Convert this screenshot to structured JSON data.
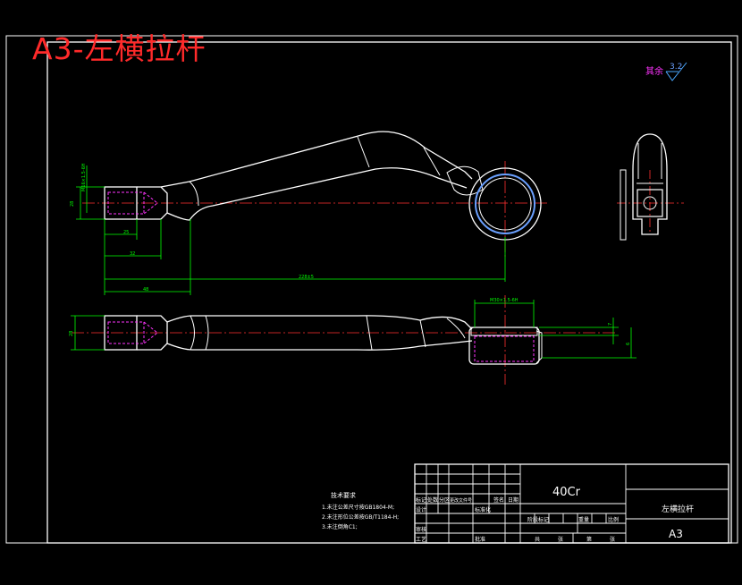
{
  "sheet_title": "A3-左横拉杆",
  "surface_finish": {
    "label": "其余",
    "value": "3.2"
  },
  "colors": {
    "background": "#000000",
    "outline": "#ffffff",
    "center_line": "#ff3030",
    "dimension": "#00ff00",
    "thread": "#ff33ff",
    "title_text": "#ff2a2a",
    "note_text": "#ffffff"
  },
  "dimensions": {
    "front": {
      "thread": "M16×1.5-6H",
      "dia": "28",
      "d25": "25",
      "d32": "32",
      "d48": "48",
      "length": "228±5"
    },
    "bottom": {
      "dia": "28",
      "thread": "M30×1.5-6H",
      "d7": "7",
      "d6": "6"
    }
  },
  "notes": {
    "title": "技术要求",
    "items": [
      "1.未注公差尺寸按GB1804-M;",
      "2.未注形位公差按GB/T1184-H;",
      "3.未注倒角C1;"
    ]
  },
  "title_block": {
    "material": "40Cr",
    "part_name": "左横拉杆",
    "sheet_size": "A3",
    "row_mark": [
      "标记",
      "处数",
      "分区",
      "更改文件号",
      "签名",
      "日期"
    ],
    "row_design": [
      "设计",
      "标准化"
    ],
    "stage_labels": [
      "阶段标记",
      "重量",
      "比例"
    ],
    "row_check": [
      "审核"
    ],
    "row_process": [
      "工艺",
      "批准"
    ],
    "sheet_labels": [
      "共",
      "张",
      "第",
      "张"
    ]
  }
}
